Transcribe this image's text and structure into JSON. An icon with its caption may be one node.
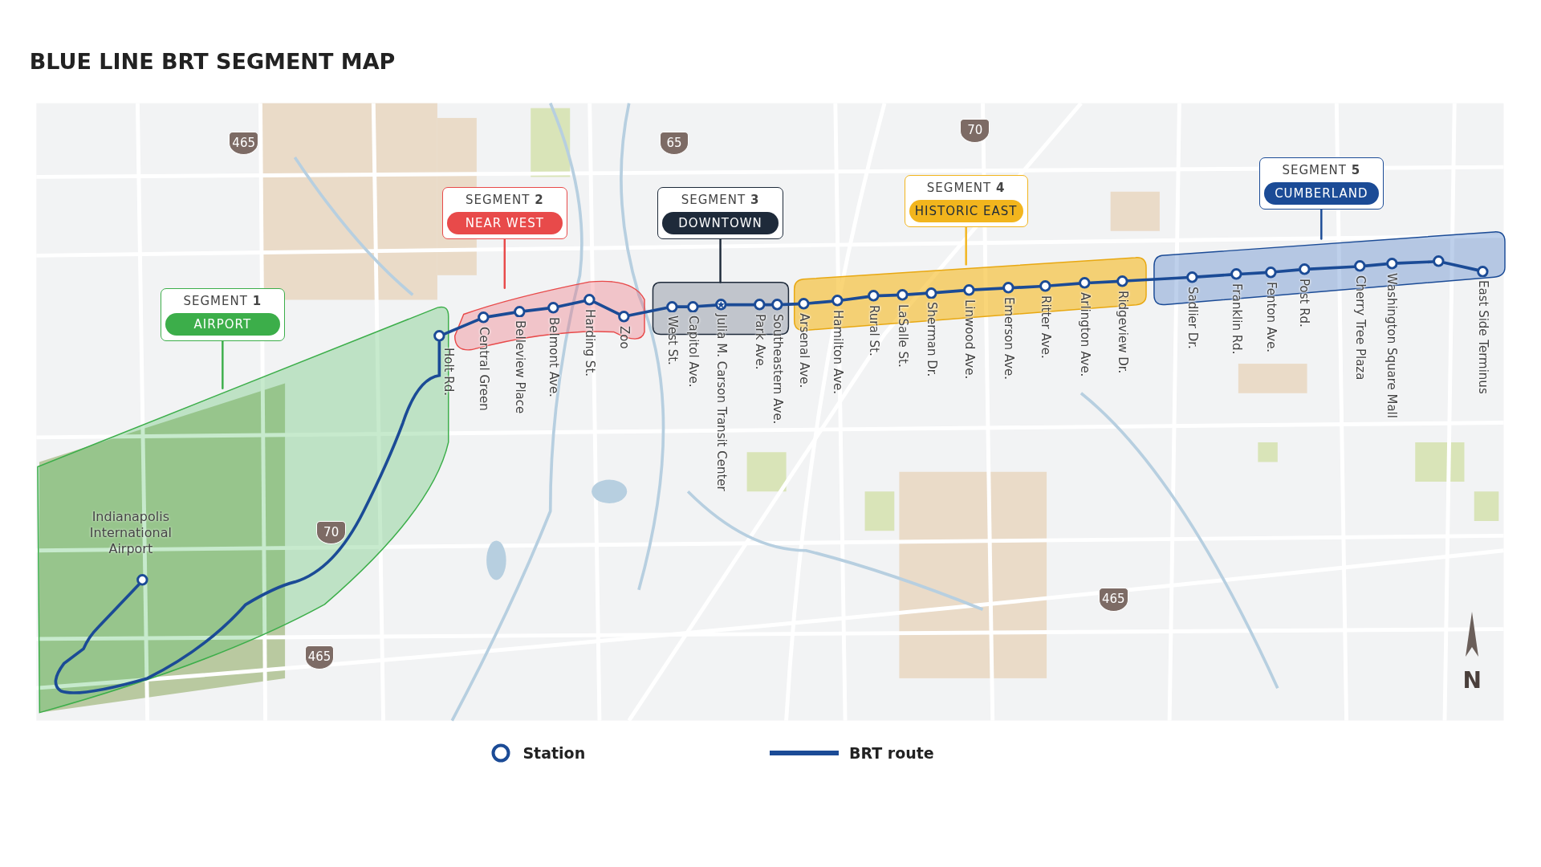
{
  "diagram": {
    "title": "BLUE LINE BRT SEGMENT MAP",
    "nodes": [
      {
        "text": [
          "SEGMENT **1**",
          "AIRPORT"
        ]
      },
      {
        "text": [],
        "shape": "band"
      },
      {
        "text": [],
        "shape": "circle",
        "in": 1
      },
      {
        "text": [],
        "shape": "circle",
        "beside": [
          "Holt Rd."
        ],
        "in": 1
      },
      {
        "text": [
          "SEGMENT **2**",
          "NEAR WEST"
        ]
      },
      {
        "text": [],
        "shape": "band"
      },
      {
        "text": [],
        "shape": "circle",
        "beside": [
          "Central Green"
        ],
        "in": 5
      },
      {
        "text": [],
        "shape": "circle",
        "beside": [
          "Belleview Place"
        ],
        "in": 5
      },
      {
        "text": [],
        "shape": "circle",
        "beside": [
          "Belmont Ave."
        ],
        "in": 5
      },
      {
        "text": [],
        "shape": "circle",
        "beside": [
          "Harding St."
        ],
        "in": 5
      },
      {
        "text": [],
        "shape": "circle",
        "beside": [
          "Zoo"
        ],
        "in": 5
      },
      {
        "text": [
          "SEGMENT **3**",
          "DOWNTOWN"
        ]
      },
      {
        "text": [],
        "shape": "band"
      },
      {
        "text": [],
        "shape": "circle",
        "beside": [
          "West St."
        ],
        "in": 12
      },
      {
        "text": [],
        "shape": "circle",
        "beside": [
          "Capitol Ave."
        ],
        "in": 12
      },
      {
        "text": [],
        "shape": "circle",
        "beside": [
          "Julia M. Carson Transit Center"
        ],
        "in": 12
      },
      {
        "text": [],
        "shape": "circle",
        "beside": [
          "Park Ave."
        ],
        "in": 12
      },
      {
        "text": [],
        "shape": "circle",
        "beside": [
          "Southeastern Ave."
        ],
        "in": 12
      },
      {
        "text": [
          "SEGMENT **4**",
          "HISTORIC EAST"
        ]
      },
      {
        "text": [],
        "shape": "band"
      },
      {
        "text": [],
        "shape": "circle",
        "beside": [
          "Arsenal Ave."
        ],
        "in": 19
      },
      {
        "text": [],
        "shape": "circle",
        "beside": [
          "Hamilton Ave."
        ],
        "in": 19
      },
      {
        "text": [],
        "shape": "circle",
        "beside": [
          "Rural St."
        ],
        "in": 19
      },
      {
        "text": [],
        "shape": "circle",
        "beside": [
          "LaSalle St."
        ],
        "in": 19
      },
      {
        "text": [],
        "shape": "circle",
        "beside": [
          "Sherman Dr."
        ],
        "in": 19
      },
      {
        "text": [],
        "shape": "circle",
        "beside": [
          "Linwood Ave."
        ],
        "in": 19
      },
      {
        "text": [],
        "shape": "circle",
        "beside": [
          "Emerson Ave."
        ],
        "in": 19
      },
      {
        "text": [],
        "shape": "circle",
        "beside": [
          "Ritter Ave."
        ],
        "in": 19
      },
      {
        "text": [],
        "shape": "circle",
        "beside": [
          "Arlington Ave."
        ],
        "in": 19
      },
      {
        "text": [],
        "shape": "circle",
        "beside": [
          "Ridgeview Dr."
        ],
        "in": 19
      },
      {
        "text": [
          "SEGMENT **5**",
          "CUMBERLAND"
        ]
      },
      {
        "text": [],
        "shape": "band"
      },
      {
        "text": [],
        "shape": "circle",
        "beside": [
          "Sadlier Dr."
        ],
        "in": 31
      },
      {
        "text": [],
        "shape": "circle",
        "beside": [
          "Franklin Rd."
        ],
        "in": 31
      },
      {
        "text": [],
        "shape": "circle",
        "beside": [
          "Fenton Ave."
        ],
        "in": 31
      },
      {
        "text": [],
        "shape": "circle",
        "beside": [
          "Post Rd."
        ],
        "in": 31
      },
      {
        "text": [],
        "shape": "circle",
        "beside": [
          "Cherry Tree Plaza"
        ],
        "in": 31
      },
      {
        "text": [],
        "shape": "circle",
        "beside": [
          "Washington Square Mall"
        ],
        "in": 31
      },
      {
        "text": [],
        "shape": "circle",
        "in": 31
      },
      {
        "text": [],
        "shape": "circle",
        "beside": [
          "East Side Terminus"
        ],
        "in": 31
      }
    ],
    "edges": [
      {
        "from": 0,
        "to": 1,
        "arrow": "none",
        "color": "#3cae4a"
      },
      {
        "from": 4,
        "to": 5,
        "arrow": "none",
        "color": "#e84a4a"
      },
      {
        "from": 11,
        "to": 12,
        "arrow": "none",
        "color": "#1e2a3a"
      },
      {
        "from": 18,
        "to": 19,
        "arrow": "none",
        "color": "#f2b51d"
      },
      {
        "from": 30,
        "to": 31,
        "arrow": "none"
      },
      {
        "from": 2,
        "to": 3,
        "arrow": "none"
      },
      {
        "from": 3,
        "to": 6,
        "arrow": "none"
      },
      {
        "from": 6,
        "to": 7,
        "arrow": "none"
      },
      {
        "from": 7,
        "to": 8,
        "arrow": "none"
      },
      {
        "from": 8,
        "to": 9,
        "arrow": "none"
      },
      {
        "from": 9,
        "to": 10,
        "arrow": "none"
      },
      {
        "from": 10,
        "to": 13,
        "arrow": "none"
      },
      {
        "from": 13,
        "to": 14,
        "arrow": "none"
      },
      {
        "from": 14,
        "to": 15,
        "arrow": "none"
      },
      {
        "from": 15,
        "to": 16,
        "arrow": "none"
      },
      {
        "from": 16,
        "to": 17,
        "arrow": "none"
      },
      {
        "from": 17,
        "to": 20,
        "arrow": "none"
      },
      {
        "from": 20,
        "to": 21,
        "arrow": "none"
      },
      {
        "from": 21,
        "to": 22,
        "arrow": "none"
      },
      {
        "from": 22,
        "to": 23,
        "arrow": "none"
      },
      {
        "from": 23,
        "to": 24,
        "arrow": "none"
      },
      {
        "from": 24,
        "to": 25,
        "arrow": "none"
      },
      {
        "from": 25,
        "to": 26,
        "arrow": "none"
      },
      {
        "from": 26,
        "to": 27,
        "arrow": "none"
      },
      {
        "from": 27,
        "to": 28,
        "arrow": "none"
      },
      {
        "from": 28,
        "to": 29,
        "arrow": "none"
      },
      {
        "from": 29,
        "to": 32,
        "arrow": "none"
      },
      {
        "from": 32,
        "to": 33,
        "arrow": "none"
      },
      {
        "from": 33,
        "to": 34,
        "arrow": "none"
      },
      {
        "from": 34,
        "to": 35,
        "arrow": "none"
      },
      {
        "from": 35,
        "to": 36,
        "arrow": "none"
      },
      {
        "from": 36,
        "to": 37,
        "arrow": "none"
      },
      {
        "from": 37,
        "to": 38,
        "arrow": "none"
      },
      {
        "from": 38,
        "to": 39,
        "arrow": "none"
      }
    ],
    "labels": [
      "465",
      "65",
      "70",
      "Indianapolis International Airport",
      "70",
      "465",
      "465",
      "N"
    ],
    "legend": [
      {
        "text": "Station"
      },
      {
        "text": "BRT route"
      }
    ]
  }
}
